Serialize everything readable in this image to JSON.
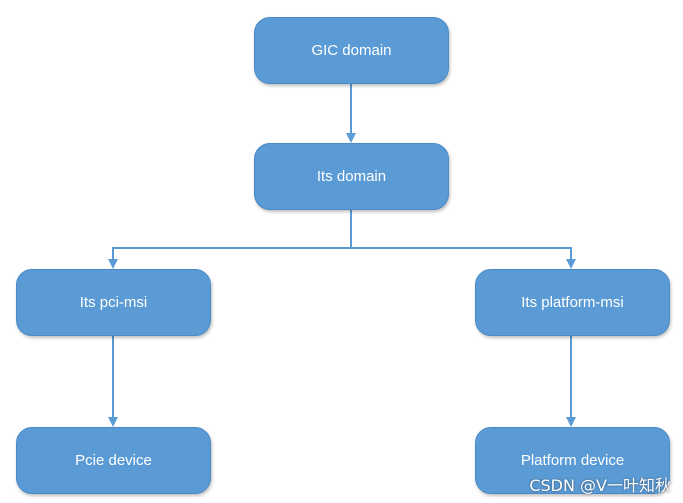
{
  "diagram": {
    "nodes": {
      "gic": "GIC domain",
      "its": "Its domain",
      "pci_msi": "Its pci-msi",
      "platform_msi": "Its platform-msi",
      "pcie_device": "Pcie device",
      "platform_device": "Platform device"
    },
    "edges": [
      {
        "from": "GIC domain",
        "to": "Its domain"
      },
      {
        "from": "Its domain",
        "to": "Its pci-msi"
      },
      {
        "from": "Its domain",
        "to": "Its platform-msi"
      },
      {
        "from": "Its pci-msi",
        "to": "Pcie device"
      },
      {
        "from": "Its platform-msi",
        "to": "Platform device"
      }
    ],
    "colors": {
      "node_fill": "#5b9bd5",
      "connector": "#5b9bd5",
      "text": "#ffffff"
    }
  },
  "watermark": "CSDN @V一叶知秋"
}
